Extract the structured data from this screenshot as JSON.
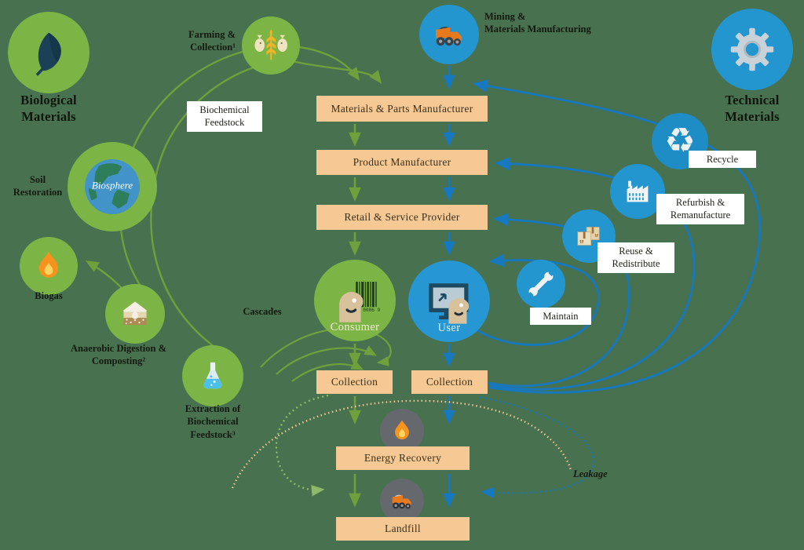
{
  "background": "#48714F",
  "palette": {
    "bio_green": "#7CB546",
    "tech_blue": "#2395CF",
    "arc_green": "#6EA13C",
    "arc_blue": "#1678BE",
    "box_orange": "#F6C994",
    "label_white": "#FFFFFF",
    "neutral_gray": "#65696E",
    "leakage_orange": "#F0C493"
  },
  "nodes": {
    "biological": {
      "label": "Biological Materials"
    },
    "farming": {
      "label": "Farming & Collection¹"
    },
    "mining": {
      "line1": "Mining &",
      "line2": "Materials Manufacturing"
    },
    "technical": {
      "label": "Technical Materials"
    },
    "biosphere": {
      "label": "Biosphere"
    },
    "soil": {
      "label": "Soil Restoration"
    },
    "biogas": {
      "label": "Biogas"
    },
    "anaerobic": {
      "label": "Anaerobic Digestion & Composting²"
    },
    "extraction": {
      "label": "Extraction of Biochemical Feedstock³"
    },
    "consumer": {
      "label": "Consumer",
      "barcode": "8 0006 9"
    },
    "user": {
      "label": "User"
    },
    "maintain": {
      "label": "Maintain"
    },
    "reuse": {
      "label": "Reuse & Redistribute"
    },
    "refurbish": {
      "label": "Refurbish & Remanufacture"
    },
    "recycle": {
      "label": "Recycle"
    }
  },
  "boxes": {
    "materials_parts": "Materials & Parts Manufacturer",
    "product": "Product Manufacturer",
    "retail": "Retail & Service Provider",
    "collection_left": "Collection",
    "collection_right": "Collection",
    "energy": "Energy Recovery",
    "landfill": "Landfill",
    "biochemical": "Biochemical Feedstock"
  },
  "annotations": {
    "cascades": "Cascades",
    "leakage": "Leakage"
  }
}
